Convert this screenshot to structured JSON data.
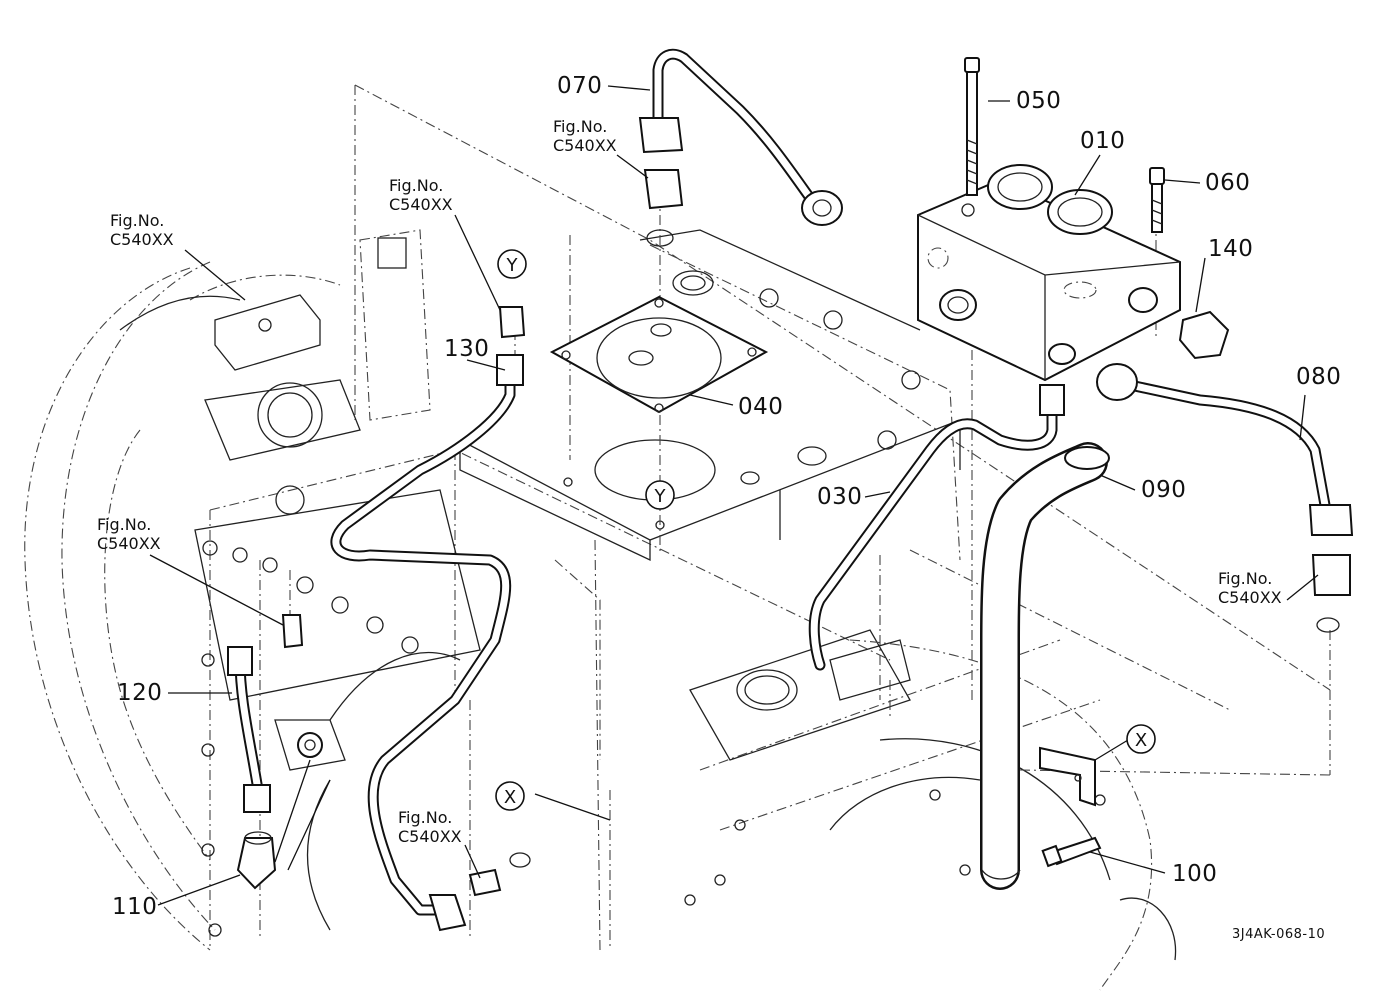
{
  "diagram": {
    "parts": [
      {
        "id": "010",
        "label": "010"
      },
      {
        "id": "030",
        "label": "030"
      },
      {
        "id": "040",
        "label": "040"
      },
      {
        "id": "050",
        "label": "050"
      },
      {
        "id": "060",
        "label": "060"
      },
      {
        "id": "070",
        "label": "070"
      },
      {
        "id": "080",
        "label": "080"
      },
      {
        "id": "090",
        "label": "090"
      },
      {
        "id": "100",
        "label": "100"
      },
      {
        "id": "110",
        "label": "110"
      },
      {
        "id": "120",
        "label": "120"
      },
      {
        "id": "130",
        "label": "130"
      },
      {
        "id": "140",
        "label": "140"
      }
    ],
    "fig_refs": [
      {
        "line1": "Fig.No.",
        "line2": "C540XX"
      },
      {
        "line1": "Fig.No.",
        "line2": "C540XX"
      },
      {
        "line1": "Fig.No.",
        "line2": "C540XX"
      },
      {
        "line1": "Fig.No.",
        "line2": "C540XX"
      },
      {
        "line1": "Fig.No.",
        "line2": "C540XX"
      },
      {
        "line1": "Fig.No.",
        "line2": "C540XX"
      }
    ],
    "markers": {
      "y": "Y",
      "x": "X"
    },
    "drawing_code": "3J4AK-068-10"
  }
}
